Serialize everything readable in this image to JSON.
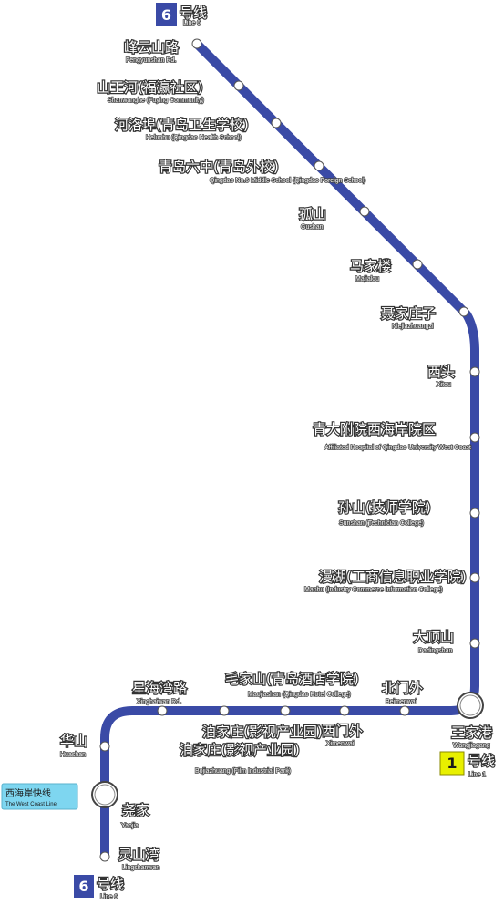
{
  "colors": {
    "line6": "#3a4aa6",
    "line1": "#e8f000",
    "west_coast_line": "#7ed6f0"
  },
  "line": {
    "number": "6",
    "name_zh": "号线",
    "name_en": "Line 6"
  },
  "terminus_top": {
    "number": "6",
    "name_zh": "号线",
    "name_en": "Line 6"
  },
  "terminus_bottom": {
    "number": "6",
    "name_zh": "号线",
    "name_en": "Line 6"
  },
  "transfer_line1": {
    "number": "1",
    "name_zh": "号线",
    "name_en": "Line 1"
  },
  "west_coast_express": {
    "name_zh": "西海岸快线",
    "name_en": "The West Coast Line"
  },
  "stations": [
    {
      "zh": "峰云山路",
      "en": "Fengyunshan Rd."
    },
    {
      "zh": "山王河(福瀛社区)",
      "en": "Shanwanghe (Fuying Community)"
    },
    {
      "zh": "河洛埠(青岛卫生学校)",
      "en": "Heluobu (Qingdao Health School)"
    },
    {
      "zh": "青岛六中(青岛外校)",
      "en": "Qingdao No.6 Middle School (Qingdao Foreign School)"
    },
    {
      "zh": "孤山",
      "en": "Gushan"
    },
    {
      "zh": "马家楼",
      "en": "Majialou"
    },
    {
      "zh": "聂家庄子",
      "en": "Niejiazhuangzi"
    },
    {
      "zh": "西头",
      "en": "Xitou"
    },
    {
      "zh": "青大附院西海岸院区",
      "en": "Affiliated Hospital of Qingdao University West Coast"
    },
    {
      "zh": "孙山(技师学院)",
      "en": "Sunshan (Technician College)"
    },
    {
      "zh": "漫湖(工商信息职业学院)",
      "en": "Manhu (Industry Commerce Information College)"
    },
    {
      "zh": "大顶山",
      "en": "Dadingshan"
    },
    {
      "zh": "王家港",
      "en": "Wangjiagang"
    },
    {
      "zh": "北门外",
      "en": "Beimenwai"
    },
    {
      "zh": "西门外",
      "en": "Ximenwai"
    },
    {
      "zh": "毛家山(青岛酒店学院)",
      "en": "Maojiashan (Qingdao Hotel College)"
    },
    {
      "zh": "泊家庄(影视产业园)",
      "en": "Bojiazhuang (Film Industrial Park)"
    },
    {
      "zh": "星海湾路",
      "en": "Xinghaiwan Rd."
    },
    {
      "zh": "华山",
      "en": "Huashan"
    },
    {
      "zh": "尧家",
      "en": "Yaojia"
    },
    {
      "zh": "灵山湾",
      "en": "Lingshanwan"
    }
  ]
}
